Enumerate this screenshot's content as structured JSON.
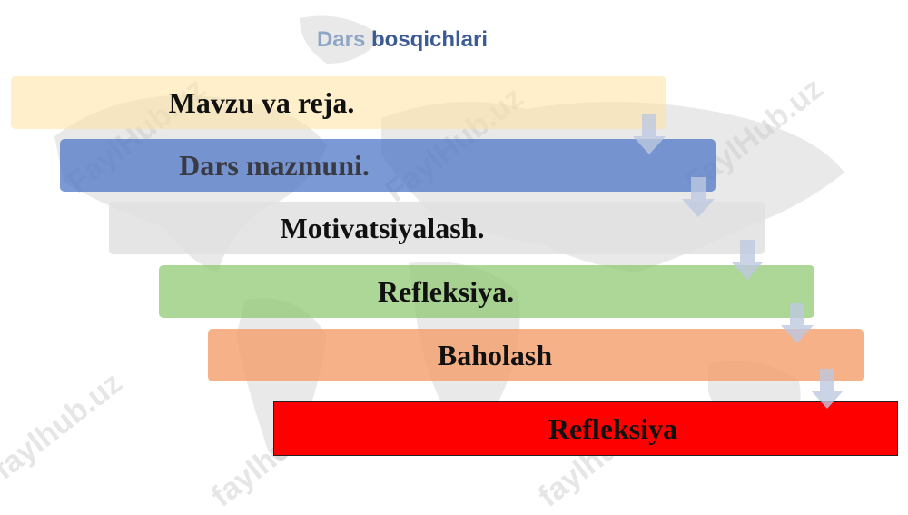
{
  "title": {
    "part1": "Dars ",
    "part2": "bosqichlari"
  },
  "steps": [
    {
      "label": "Mavzu va reja.",
      "color": "#ffe4a0"
    },
    {
      "label": "Dars  mazmuni.",
      "color": "#4872c4"
    },
    {
      "label": "Motivatsiyalash.",
      "color": "#e1e1e1"
    },
    {
      "label": "Refleksiya.",
      "color": "#8cc86e"
    },
    {
      "label": "Baholash",
      "color": "#f4a06e"
    },
    {
      "label": "Refleksiya",
      "color": "#ff0000"
    }
  ],
  "arrow_icon": "down-arrow-icon",
  "watermarks": [
    "FaylHub.uz",
    "FaylHub.uz",
    "FaylHub.uz",
    "faylhub.uz",
    "faylhub.uz",
    "faylhub.uz"
  ]
}
